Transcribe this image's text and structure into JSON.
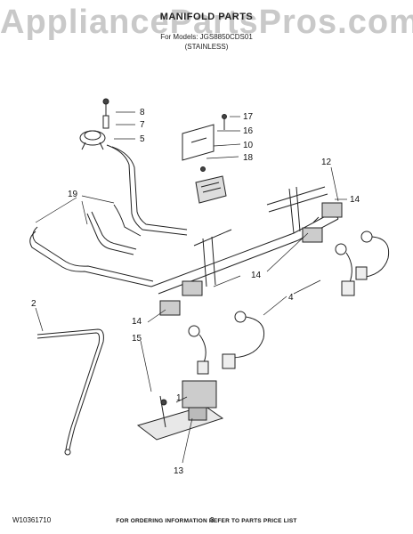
{
  "header": {
    "watermark": "AppliancePartsPros.com",
    "title": "MANIFOLD PARTS",
    "model_line": "For Models: JGS8850CDS01",
    "finish": "(STAINLESS)"
  },
  "callouts": [
    "8",
    "7",
    "5",
    "17",
    "16",
    "10",
    "18",
    "12",
    "14",
    "19",
    "2",
    "14",
    "4",
    "14",
    "15",
    "1",
    "13"
  ],
  "footer": {
    "doc_number": "W10361710",
    "note": "FOR ORDERING INFORMATION REFER TO PARTS PRICE LIST",
    "page_number": "3"
  }
}
